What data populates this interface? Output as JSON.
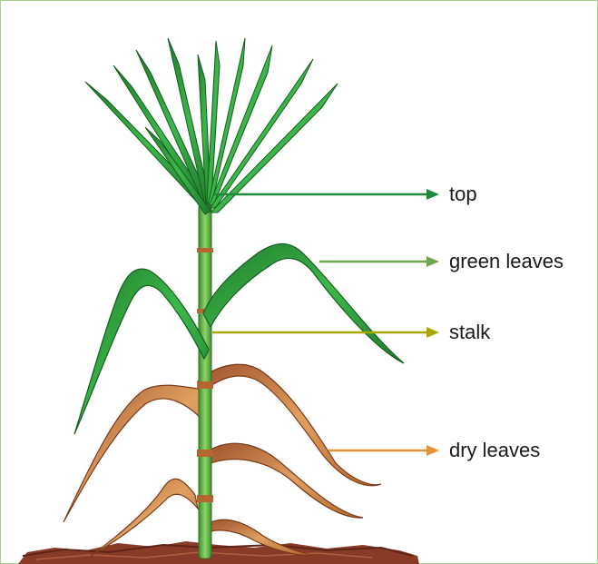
{
  "labels": {
    "top": "top",
    "green_leaves": "green leaves",
    "stalk": "stalk",
    "dry_leaves": "dry leaves"
  },
  "colors": {
    "border": "#a9d18e",
    "top_arrow": "#1e8a3c",
    "green_leaves_arrow": "#6aa84f",
    "stalk_arrow": "#a8a800",
    "dry_leaves_arrow": "#e69138",
    "leaf_green": "#2e9e3a",
    "leaf_dark": "#1d6e27",
    "stalk_green": "#5cb84a",
    "dry_leaf": "#c8753a",
    "soil": "#8a3b28"
  }
}
